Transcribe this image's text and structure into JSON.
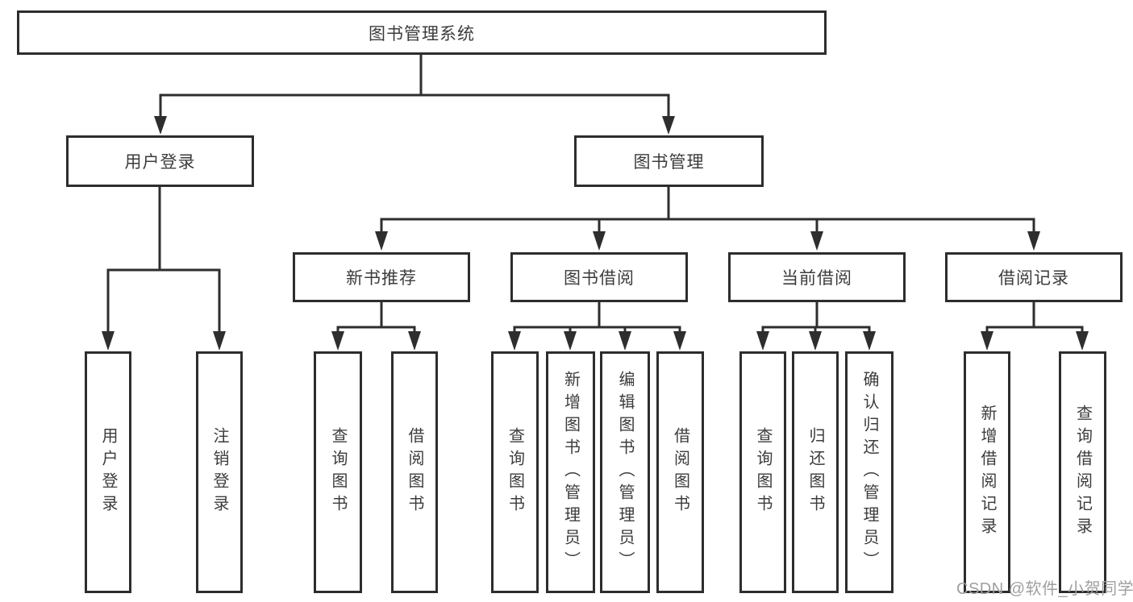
{
  "colors": {
    "line": "#2e2e2e",
    "box_border": "#2d2d2d",
    "text": "#3c3c3c",
    "watermark": "#9f9f9f",
    "background": "#ffffff"
  },
  "watermark": "CSDN @软件_小贺同学",
  "tree": {
    "label": "图书管理系统",
    "children": [
      {
        "label": "用户登录",
        "children": [
          {
            "label": "用户登录"
          },
          {
            "label": "注销登录"
          }
        ]
      },
      {
        "label": "图书管理",
        "children": [
          {
            "label": "新书推荐",
            "children": [
              {
                "label": "查询图书"
              },
              {
                "label": "借阅图书"
              }
            ]
          },
          {
            "label": "图书借阅",
            "children": [
              {
                "label": "查询图书"
              },
              {
                "label": "新增图书（管理员）"
              },
              {
                "label": "编辑图书（管理员）"
              },
              {
                "label": "借阅图书"
              }
            ]
          },
          {
            "label": "当前借阅",
            "children": [
              {
                "label": "查询图书"
              },
              {
                "label": "归还图书"
              },
              {
                "label": "确认归还（管理员）"
              }
            ]
          },
          {
            "label": "借阅记录",
            "children": [
              {
                "label": "新增借阅记录"
              },
              {
                "label": "查询借阅记录"
              }
            ]
          }
        ]
      }
    ]
  }
}
